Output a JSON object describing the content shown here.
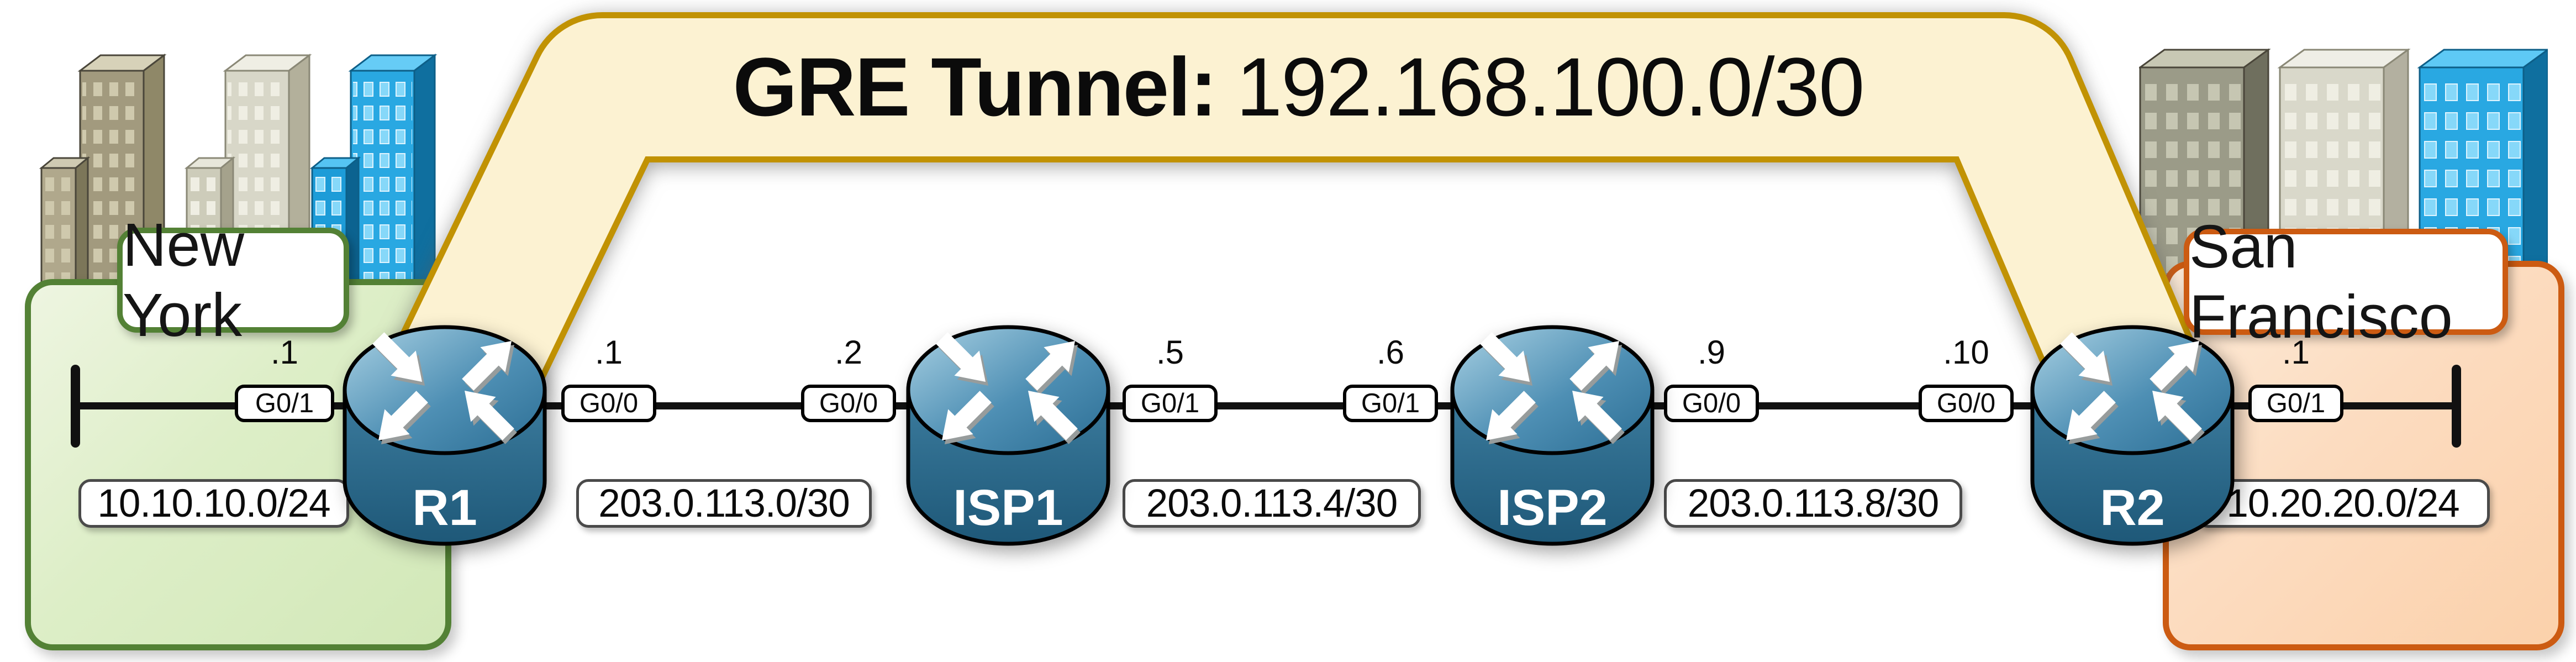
{
  "tunnel": {
    "label": "GRE Tunnel:",
    "subnet": "192.168.100.0/30",
    "from": "R1",
    "to": "R2"
  },
  "sites": {
    "left": {
      "name": "New York",
      "lan_subnet": "10.10.10.0/24"
    },
    "right": {
      "name": "San Francisco",
      "lan_subnet": "10.20.20.0/24"
    }
  },
  "routers": [
    {
      "name": "R1"
    },
    {
      "name": "ISP1"
    },
    {
      "name": "ISP2"
    },
    {
      "name": "R2"
    }
  ],
  "interfaces": [
    {
      "router": "R1",
      "port": "G0/1",
      "address": ".1"
    },
    {
      "router": "R1",
      "port": "G0/0",
      "address": ".1"
    },
    {
      "router": "ISP1",
      "port": "G0/0",
      "address": ".2"
    },
    {
      "router": "ISP1",
      "port": "G0/1",
      "address": ".5"
    },
    {
      "router": "ISP2",
      "port": "G0/1",
      "address": ".6"
    },
    {
      "router": "ISP2",
      "port": "G0/0",
      "address": ".9"
    },
    {
      "router": "R2",
      "port": "G0/0",
      "address": ".10"
    },
    {
      "router": "R2",
      "port": "G0/1",
      "address": ".1"
    }
  ],
  "links": [
    {
      "subnet": "10.10.10.0/24",
      "type": "lan",
      "at": "New York"
    },
    {
      "subnet": "203.0.113.0/30",
      "type": "wan",
      "between": "R1-ISP1"
    },
    {
      "subnet": "203.0.113.4/30",
      "type": "wan",
      "between": "ISP1-ISP2"
    },
    {
      "subnet": "203.0.113.8/30",
      "type": "wan",
      "between": "ISP2-R2"
    },
    {
      "subnet": "10.20.20.0/24",
      "type": "lan",
      "at": "San Francisco"
    }
  ],
  "colors": {
    "tunnel_fill": "#FCF2D2",
    "tunnel_border": "#C19203",
    "site_left_border": "#538135",
    "site_left_fill": "#DDEEC7",
    "site_right_border": "#CC5B12",
    "site_right_fill": "#FCDCC0",
    "router_blue": "#2E7195",
    "link_black": "#111111",
    "building_blue": "#29A8E2",
    "building_tan": "#A29A7E",
    "building_light": "#D8D7C8"
  }
}
